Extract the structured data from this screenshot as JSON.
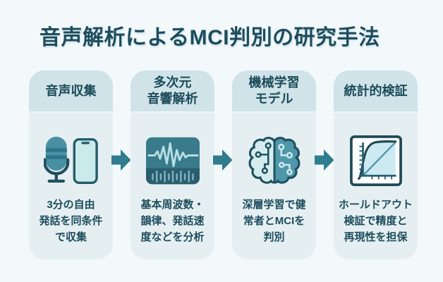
{
  "title": "音声解析によるMCI判別の研究手法",
  "colors": {
    "page_bg": "#f3f8fb",
    "card_bg": "#e5eff2",
    "card_header_bg": "#cfe3e9",
    "text_dark_teal": "#1d4d5c",
    "arrow_teal": "#2f7d8e",
    "icon_teal": "#4a90a3",
    "icon_dark_teal": "#20505f",
    "icon_light_teal": "#c9ecea"
  },
  "steps": [
    {
      "header": "音声収集",
      "icon": "microphone-phone-icon",
      "body": "3分の自由\n発話を同条件\nで収集"
    },
    {
      "header": "多次元\n音響解析",
      "icon": "waveform-icon",
      "body": "基本周波数・\n韻律、発話速\n度などを分析"
    },
    {
      "header": "機械学習\nモデル",
      "icon": "brain-circuit-icon",
      "body": "深層学習で健\n常者とMCIを\n判別"
    },
    {
      "header": "統計的検証",
      "icon": "roc-curve-icon",
      "body": "ホールドアウト\n検証で精度と\n再現性を担保"
    }
  ],
  "flow": {
    "arrow_count": 3,
    "arrow_direction": "right"
  }
}
